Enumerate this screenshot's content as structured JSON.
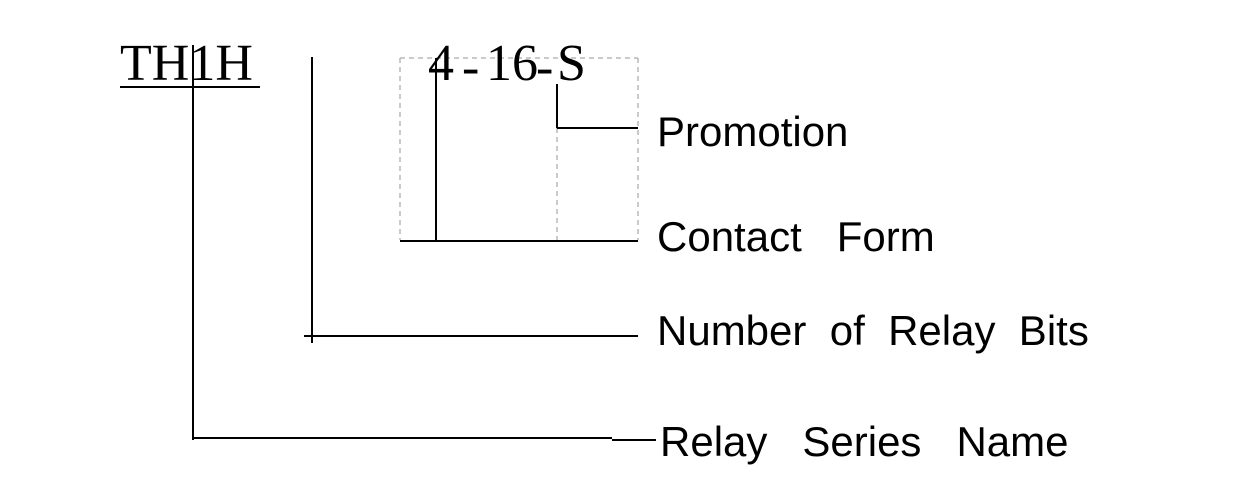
{
  "code": {
    "series": "TH1H",
    "bits": "4",
    "separator_1": "-",
    "form": "16",
    "separator_2": "-",
    "promotion": "S"
  },
  "labels": {
    "promotion": "Promotion",
    "contact_form": "Contact   Form",
    "relay_bits": "Number  of  Relay  Bits",
    "series_name": "Relay   Series   Name"
  },
  "colors": {
    "line": "#000000",
    "guide": "#b8b8b8",
    "background": "#ffffff"
  }
}
